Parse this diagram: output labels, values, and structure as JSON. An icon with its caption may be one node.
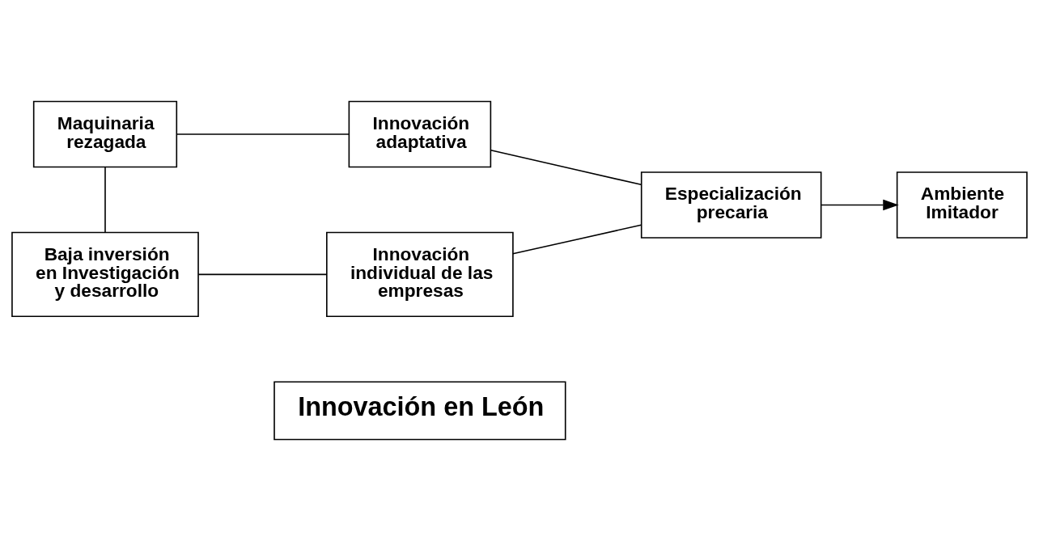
{
  "diagram": {
    "nodes": [
      {
        "text": [
          "Innovación en León"
        ]
      },
      {
        "text": [
          "Maquinaria rezagada"
        ]
      },
      {
        "text": [
          "Innovación adaptativa"
        ]
      },
      {
        "text": [
          "Baja inversión en Investigación y desarrollo"
        ]
      },
      {
        "text": [
          "Innovación individual de las empresas"
        ]
      },
      {
        "text": [
          "Especialización precaria"
        ]
      },
      {
        "text": [
          "Ambiente Imitador"
        ]
      }
    ],
    "edges": [
      {
        "from": 1,
        "to": 2,
        "arrow": "none"
      },
      {
        "from": 1,
        "to": 3,
        "arrow": "none"
      },
      {
        "from": 3,
        "to": 4,
        "arrow": "none"
      },
      {
        "from": 2,
        "to": 5,
        "arrow": "none"
      },
      {
        "from": 4,
        "to": 5,
        "arrow": "none"
      },
      {
        "from": 5,
        "to": 6,
        "arrow": "to"
      }
    ]
  }
}
